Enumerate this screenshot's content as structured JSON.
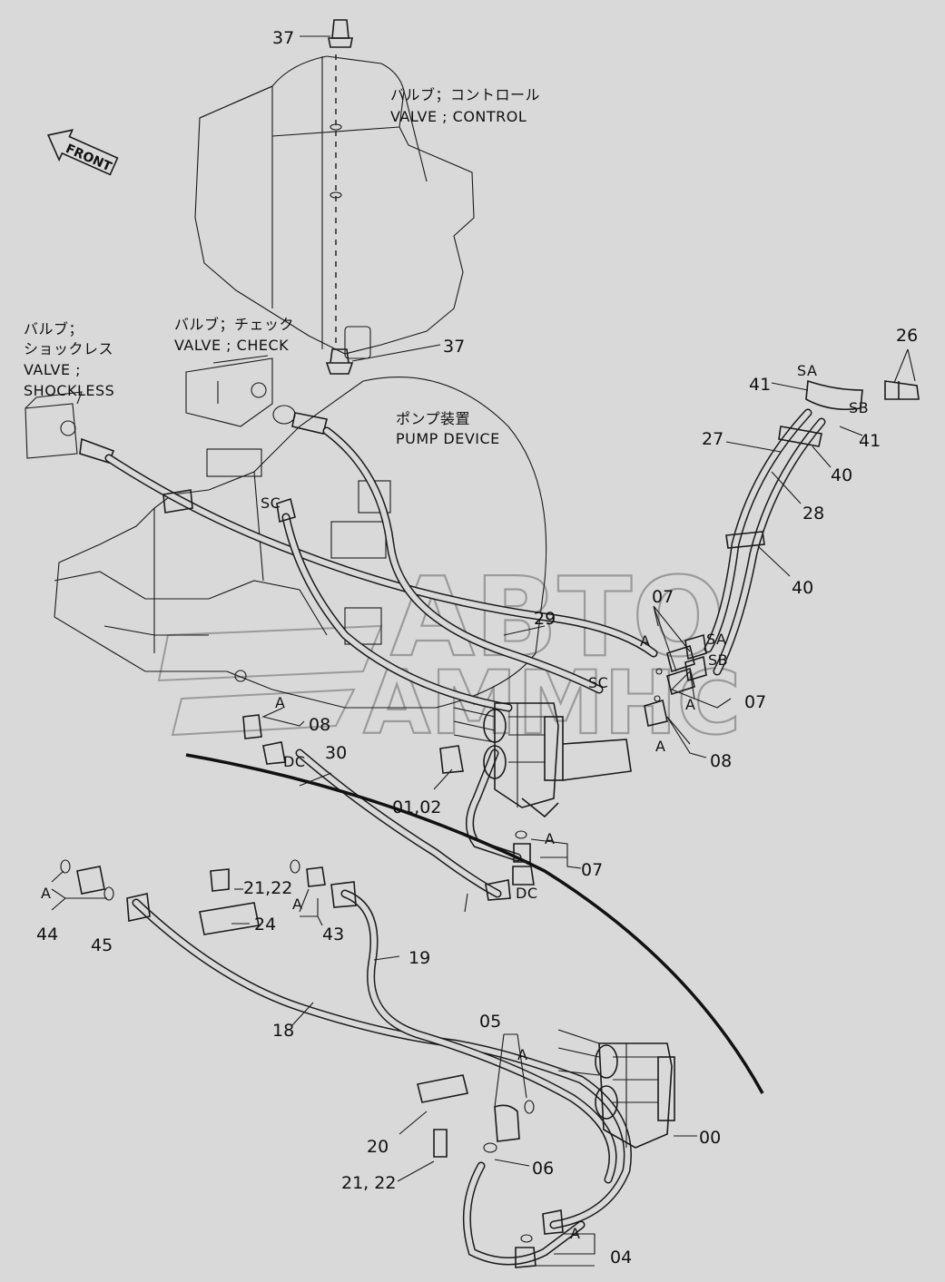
{
  "front_tag": "FRONT",
  "watermark": {
    "line1": "ABTO",
    "line2": "AMMHC"
  },
  "components": {
    "control_valve": {
      "jp": "バルブ；コントロール",
      "en": "VALVE ; CONTROL"
    },
    "check_valve": {
      "jp": "バルブ；チェック",
      "en": "VALVE ; CHECK"
    },
    "shockless_valve": {
      "jp1": "バルブ；",
      "jp2": "ショックレス",
      "en1": "VALVE ;",
      "en2": "SHOCKLESS"
    },
    "pump_device": {
      "jp": "ポンプ装置",
      "en": "PUMP DEVICE"
    }
  },
  "part_numbers": {
    "p37_top": "37",
    "p37_mid": "37",
    "p26": "26",
    "p41_top": "41",
    "p41_bot": "41",
    "p27": "27",
    "p40_top": "40",
    "p28": "28",
    "p40_bot": "40",
    "p29": "29",
    "p07_upper": "07",
    "p07_right": "07",
    "p08_left": "08",
    "p08_right": "08",
    "p30": "30",
    "p0102": "01,02",
    "p07_lower": "07",
    "p2122_top": "21,22",
    "p24": "24",
    "p43": "43",
    "p44": "44",
    "p45": "45",
    "p19": "19",
    "p18": "18",
    "p05": "05",
    "p00": "00",
    "p20": "20",
    "p06": "06",
    "p2122_bot": "21, 22",
    "p04": "04"
  },
  "port_labels": {
    "sa_top": "SA",
    "sb_top": "SB",
    "sa_mid": "SA",
    "sb_mid": "SB",
    "sc_left": "SC",
    "sc_mid": "SC",
    "dc_upper": "DC",
    "dc_lower": "DC"
  },
  "detail_marks": {
    "a_upper": "A",
    "a_right": "A",
    "a_right2": "A",
    "a_left": "A",
    "a_lower": "A",
    "a_43": "A",
    "a_44": "A",
    "a_05": "A",
    "a_04": "A"
  }
}
